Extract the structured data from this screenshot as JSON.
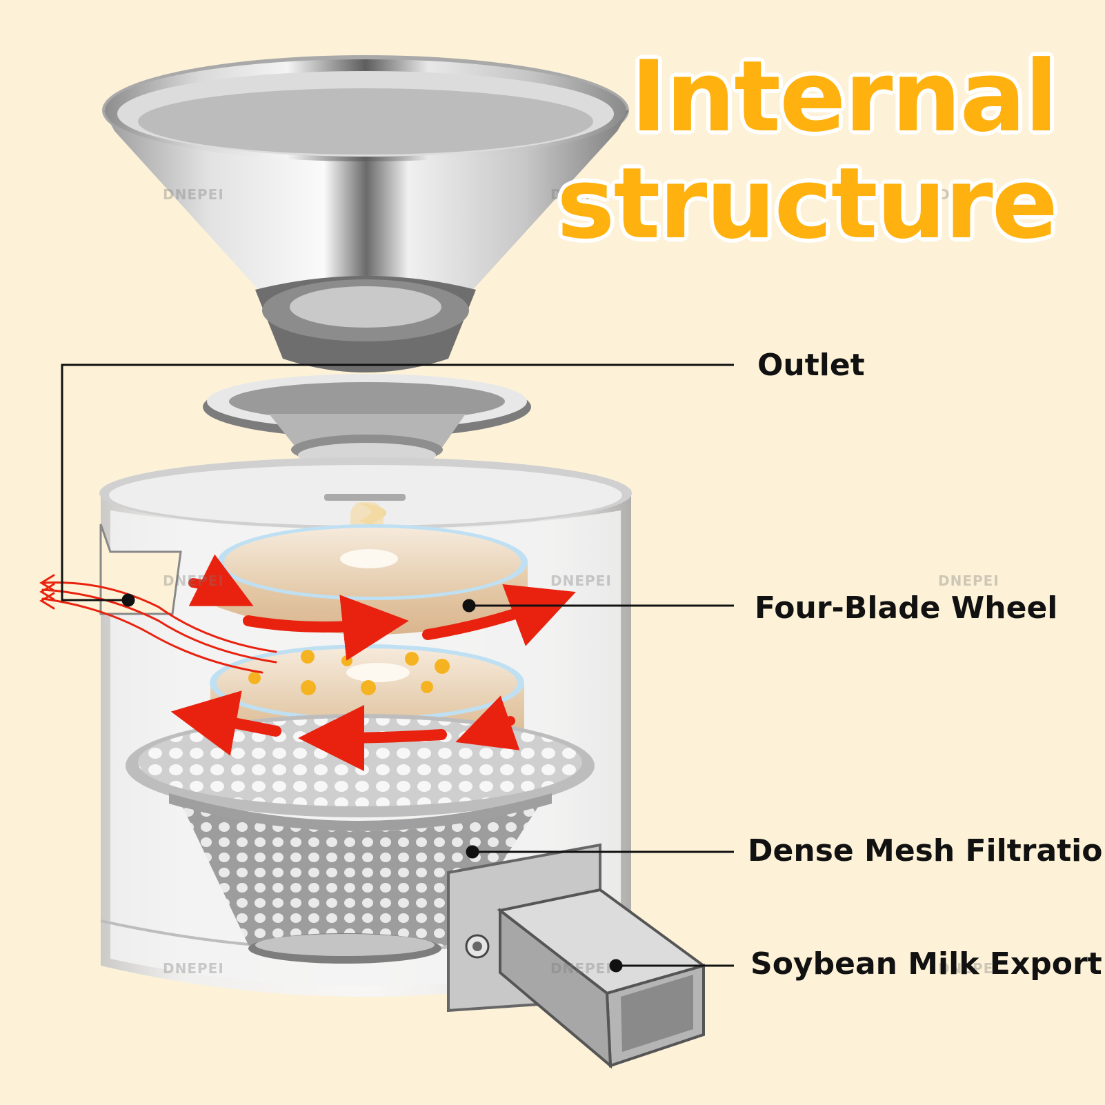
{
  "title": {
    "line1": "Internal",
    "line2": "structure"
  },
  "callouts": {
    "outlet": "Outlet",
    "four_blade_wheel": "Four-Blade Wheel",
    "dense_mesh_filtration": "Dense Mesh Filtration",
    "soybean_milk_export": "Soybean Milk Export"
  },
  "watermark": "DNEPEI",
  "colors": {
    "background": "#fdf2d8",
    "title": "#ffb20f",
    "arrow": "#e8220f",
    "bean": "#f5b321",
    "steel": "#b8b8b8"
  }
}
